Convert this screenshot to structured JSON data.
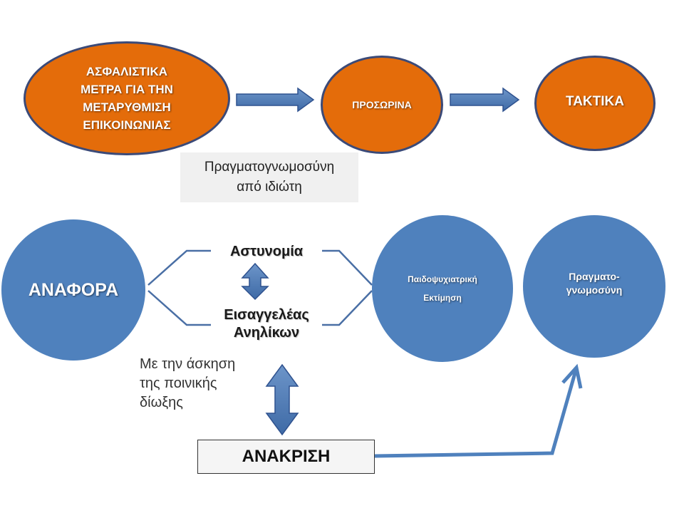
{
  "top": {
    "insurance_measures": "ΑΣΦΑΛΙΣΤΙΚΑ\nΜΕΤΡΑ ΓΙΑ ΤΗΝ\nΜΕΤΑΡΥΘΜΙΣΗ\nΕΠΙΚΟΙΝΩΝΙΑΣ",
    "temporary": "ΠΡΟΣΩΡΙΝΑ",
    "regular": "ΤΑΚΤΙΚΑ",
    "private_expertise": "Πραγματογνωμοσύνη\nαπό ιδιώτη"
  },
  "bottom": {
    "report": "ΑΝΑΦΟΡΑ",
    "police": "Αστυνομία",
    "juvenile_prosecutor": "Εισαγγελέας\nΑνηλίκων",
    "child_psych_assessment": "Παιδοψυχιατρική\nΕκτίμηση",
    "expertise": "Πραγματο-\nγνωμοσύνη",
    "criminal_prosecution_note": "Με την άσκηση\nτης ποινικής\nδίωξης",
    "interrogation": "ΑΝΑΚΡΙΣΗ"
  },
  "colors": {
    "orange": "#e46c0a",
    "blue": "#4f81bd",
    "outline": "#3b4a78"
  }
}
